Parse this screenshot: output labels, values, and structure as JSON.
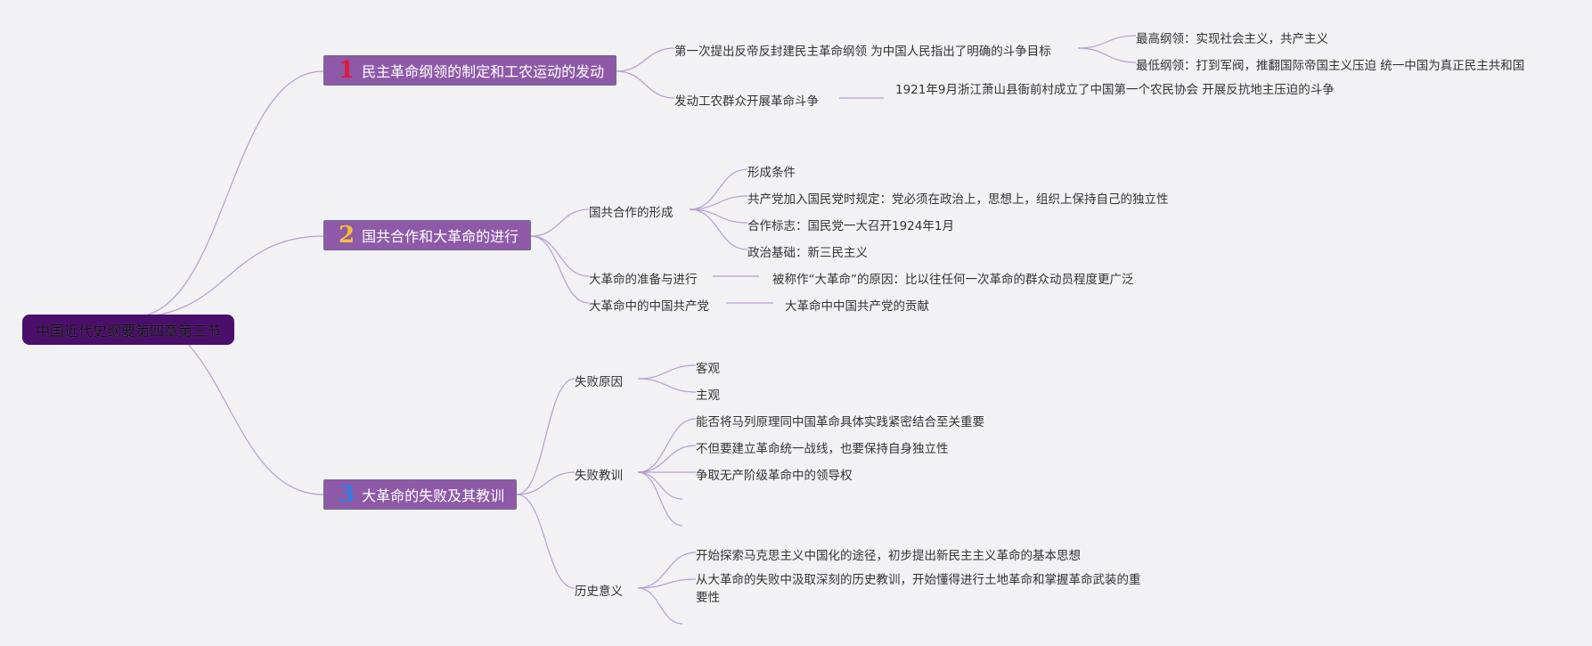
{
  "map": {
    "root": "中国近代史纲要第四章第三节",
    "topics": [
      {
        "num": "1",
        "label": "民主革命纲领的制定和工农运动的发动"
      },
      {
        "num": "2",
        "label": "国共合作和大革命的进行"
      },
      {
        "num": "3",
        "label": "大革命的失败及其教训"
      }
    ],
    "t1": {
      "a": "第一次提出反帝反封建民主革命纲领 为中国人民指出了明确的斗争目标",
      "a1": "最高纲领：实现社会主义，共产主义",
      "a2": "最低纲领：打到军阀，推翻国际帝国主义压迫 统一中国为真正民主共和国",
      "b": "发动工农群众开展革命斗争",
      "b1": "1921年9月浙江萧山县衙前村成立了中国第一个农民协会 开展反抗地主压迫的斗争"
    },
    "t2": {
      "a": "国共合作的形成",
      "a1": "形成条件",
      "a2": "共产党加入国民党时规定：党必须在政治上，思想上，组织上保持自己的独立性",
      "a3": "合作标志：国民党一大召开1924年1月",
      "a4": "政治基础：新三民主义",
      "b": "大革命的准备与进行",
      "b1": "被称作“大革命”的原因：比以往任何一次革命的群众动员程度更广泛",
      "c": "大革命中的中国共产党",
      "c1": "大革命中中国共产党的贡献"
    },
    "t3": {
      "a": "失败原因",
      "a1": "客观",
      "a2": "主观",
      "b": "失败教训",
      "b1": "能否将马列原理同中国革命具体实践紧密结合至关重要",
      "b2": "不但要建立革命统一战线，也要保持自身独立性",
      "b3": "争取无产阶级革命中的领导权",
      "c": "历史意义",
      "c1": "开始探索马克思主义中国化的途径，初步提出新民主主义革命的基本思想",
      "c2": "从大革命的失败中汲取深刻的历史教训，开始懂得进行土地革命和掌握革命武装的重要性"
    }
  },
  "colors": {
    "background": "#f2f1f4",
    "root": "#4a0e6b",
    "topic": "#8e5aa8",
    "connector": "#b89fce",
    "num1": "#e0183a",
    "num2": "#f3c23c",
    "num3": "#2f7fe0"
  }
}
